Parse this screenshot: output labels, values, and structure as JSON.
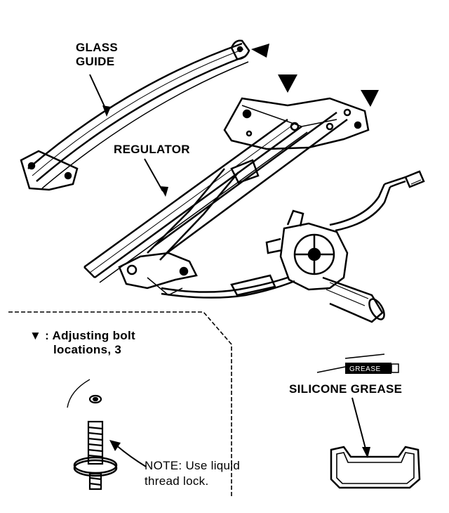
{
  "labels": {
    "glass_guide_line1": "GLASS",
    "glass_guide_line2": "GUIDE",
    "regulator": "REGULATOR",
    "silicone_grease": "SILICONE GREASE",
    "grease_tube": "GREASE"
  },
  "legend": {
    "symbol": "▼",
    "line1": ": Adjusting bolt",
    "line2": "locations, 3"
  },
  "note": {
    "line1": "NOTE:  Use liquid",
    "line2": "thread lock."
  }
}
